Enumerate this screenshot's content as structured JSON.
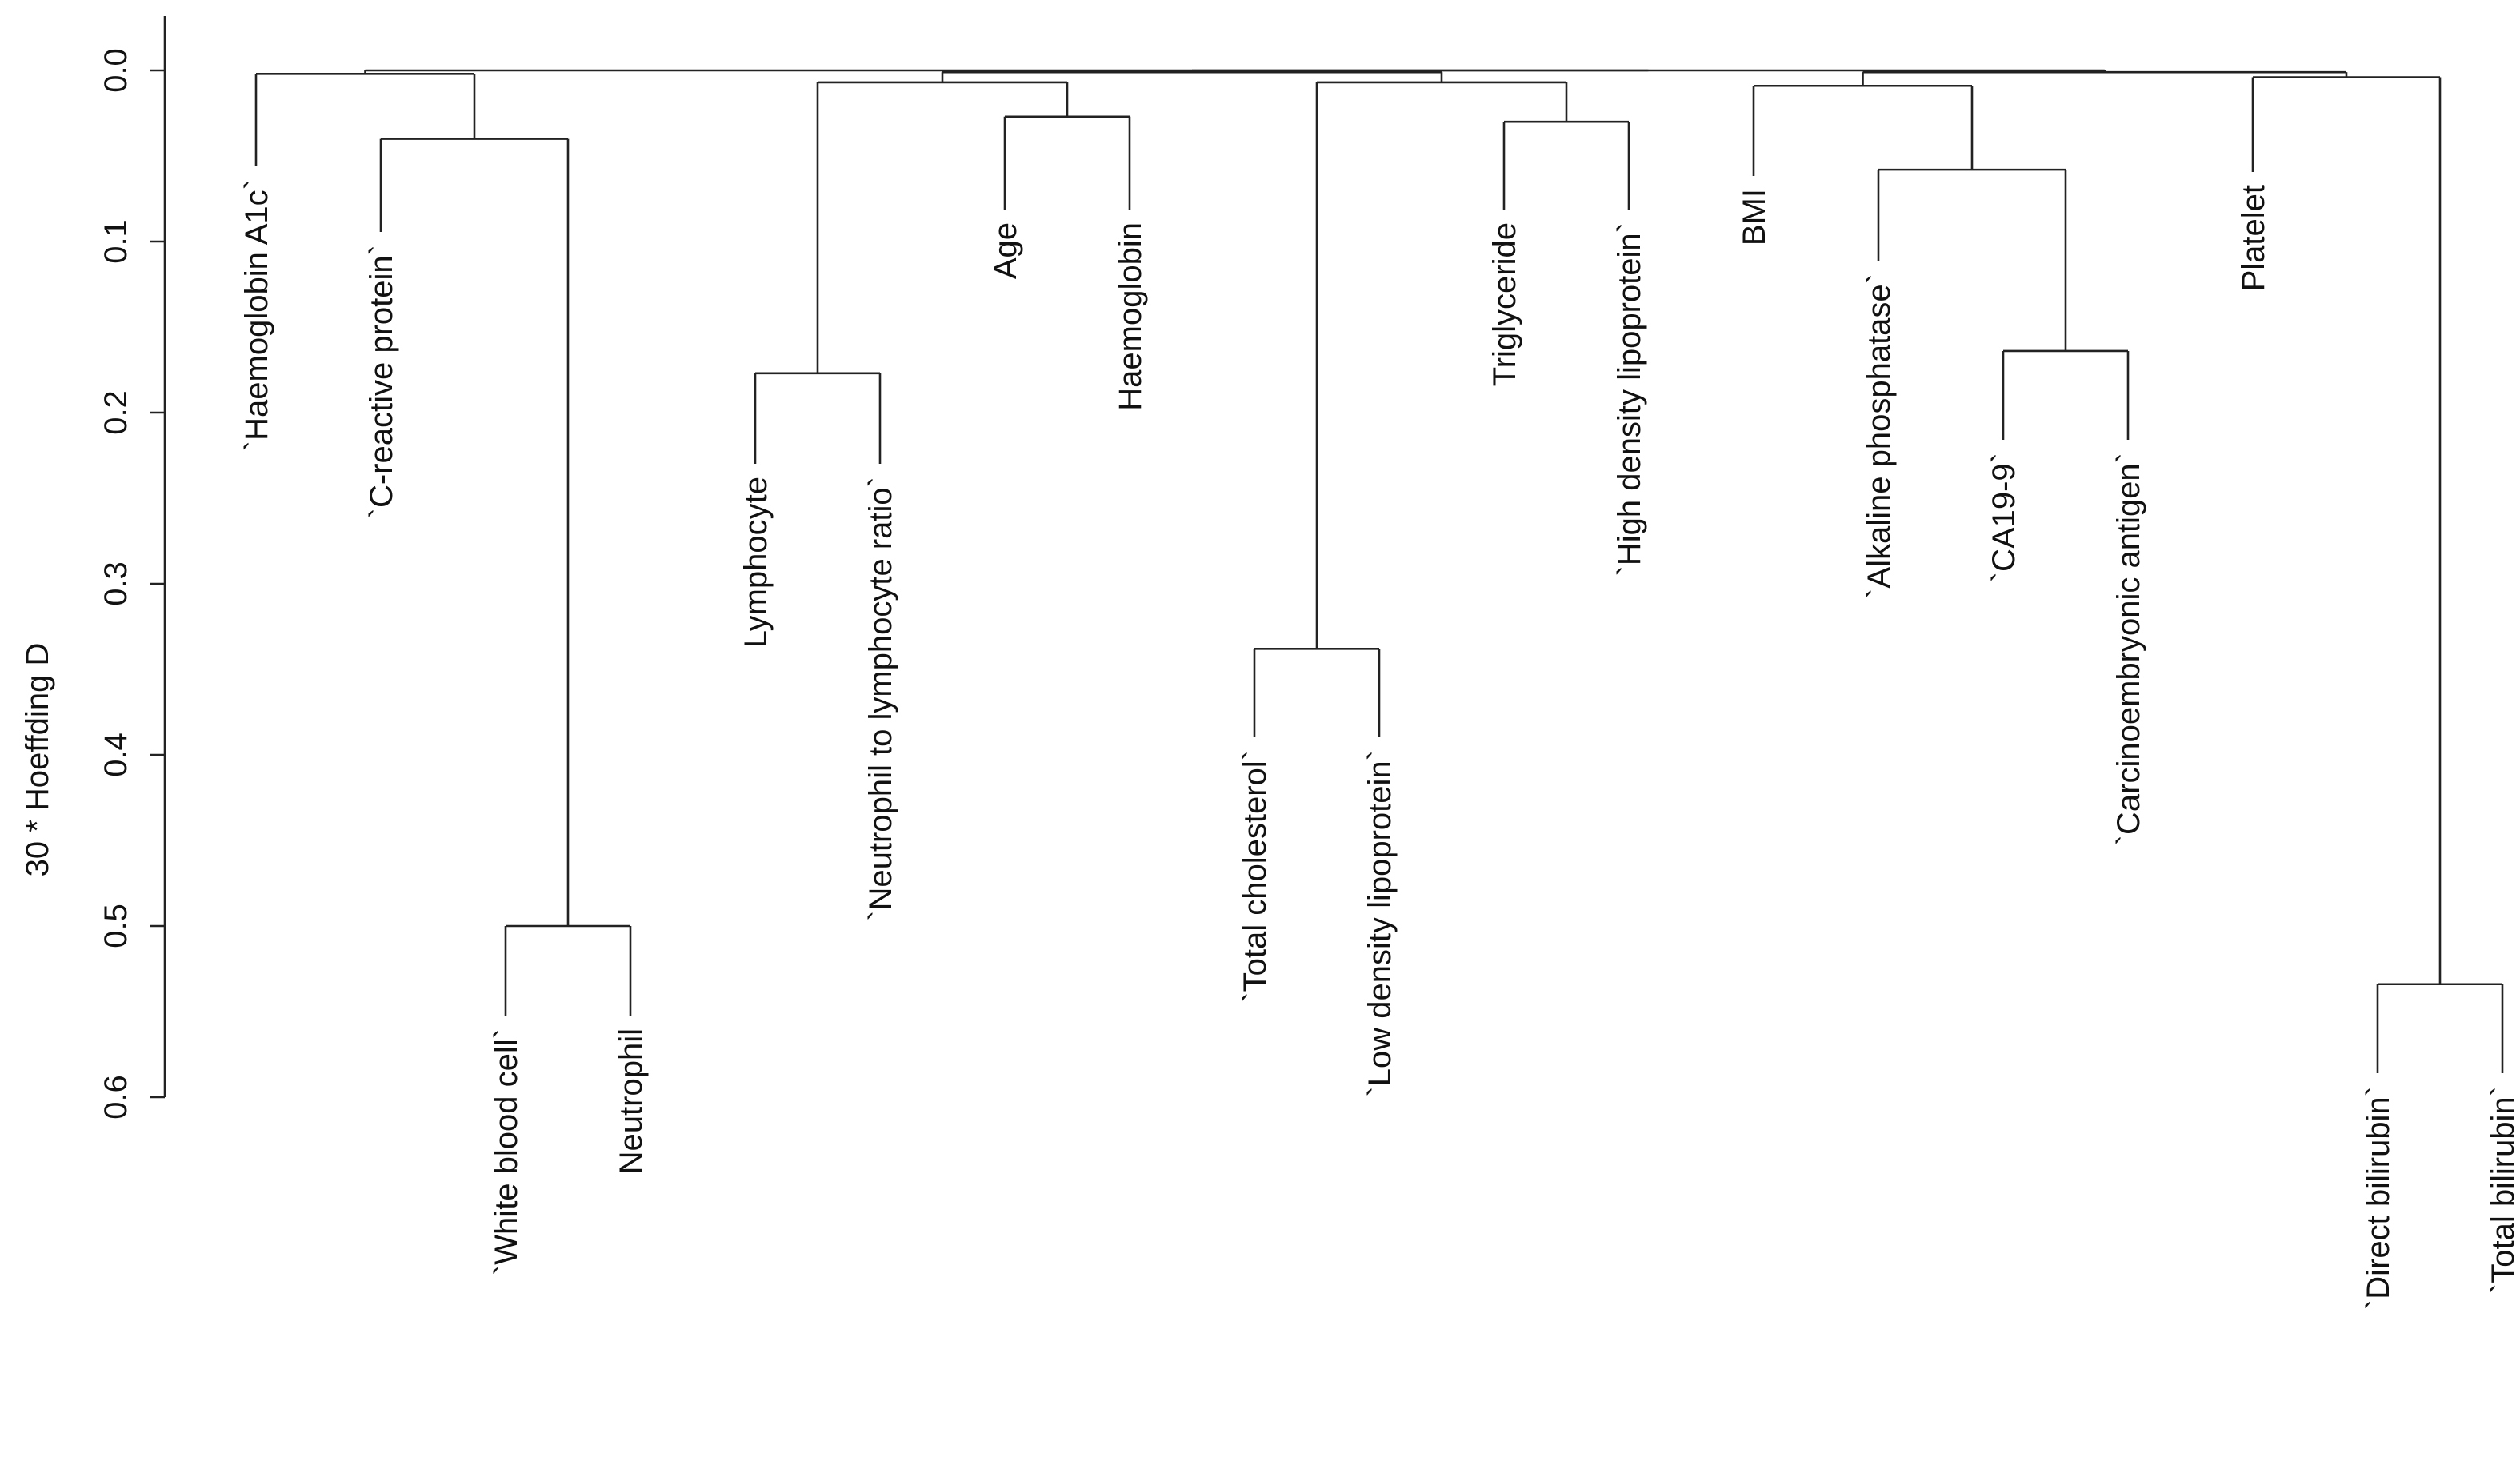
{
  "chart_data": {
    "type": "dendrogram",
    "ylabel": "30 * Hoeffding D",
    "ylim": [
      0,
      0.6
    ],
    "y_inverted": true,
    "yticks": [
      0.0,
      0.1,
      0.2,
      0.3,
      0.4,
      0.5,
      0.6
    ],
    "ytick_labels": [
      "0.0",
      "0.1",
      "0.2",
      "0.3",
      "0.4",
      "0.5",
      "0.6"
    ],
    "leaves": [
      "`Haemoglobin A1c`",
      "`C-reactive protein`",
      "`White blood cell`",
      "Neutrophil",
      "Lymphocyte",
      "`Neutrophil to lymphocyte ratio`",
      "Age",
      "Haemoglobin",
      "`Total cholesterol`",
      "`Low density lipoprotein`",
      "Triglyceride",
      "`High density lipoprotein`",
      "BMI",
      "`Alkaline phosphatase`",
      "`CA19-9`",
      "`Carcinoembryonic antigen`",
      "Platelet",
      "`Direct bilirubin`",
      "`Total bilirubin`"
    ],
    "merges": [
      {
        "left": "L2",
        "right": "L3",
        "height": 0.5
      },
      {
        "left": "L1",
        "right": "N0",
        "height": 0.04
      },
      {
        "left": "L0",
        "right": "N1",
        "height": 0.002
      },
      {
        "left": "L4",
        "right": "L5",
        "height": 0.177
      },
      {
        "left": "L6",
        "right": "L7",
        "height": 0.027
      },
      {
        "left": "N3",
        "right": "N4",
        "height": 0.007
      },
      {
        "left": "L8",
        "right": "L9",
        "height": 0.338
      },
      {
        "left": "L10",
        "right": "L11",
        "height": 0.03
      },
      {
        "left": "N6",
        "right": "N7",
        "height": 0.007
      },
      {
        "left": "N5",
        "right": "N8",
        "height": 0.001
      },
      {
        "left": "L14",
        "right": "L15",
        "height": 0.164
      },
      {
        "left": "L13",
        "right": "N10",
        "height": 0.058
      },
      {
        "left": "L12",
        "right": "N11",
        "height": 0.009
      },
      {
        "left": "L17",
        "right": "L18",
        "height": 0.534
      },
      {
        "left": "L16",
        "right": "N13",
        "height": 0.004
      },
      {
        "left": "N12",
        "right": "N14",
        "height": 0.001
      },
      {
        "left": "N9",
        "right": "N15",
        "height": 0.0
      },
      {
        "left": "N2",
        "right": "N16",
        "height": 0.0
      }
    ]
  }
}
